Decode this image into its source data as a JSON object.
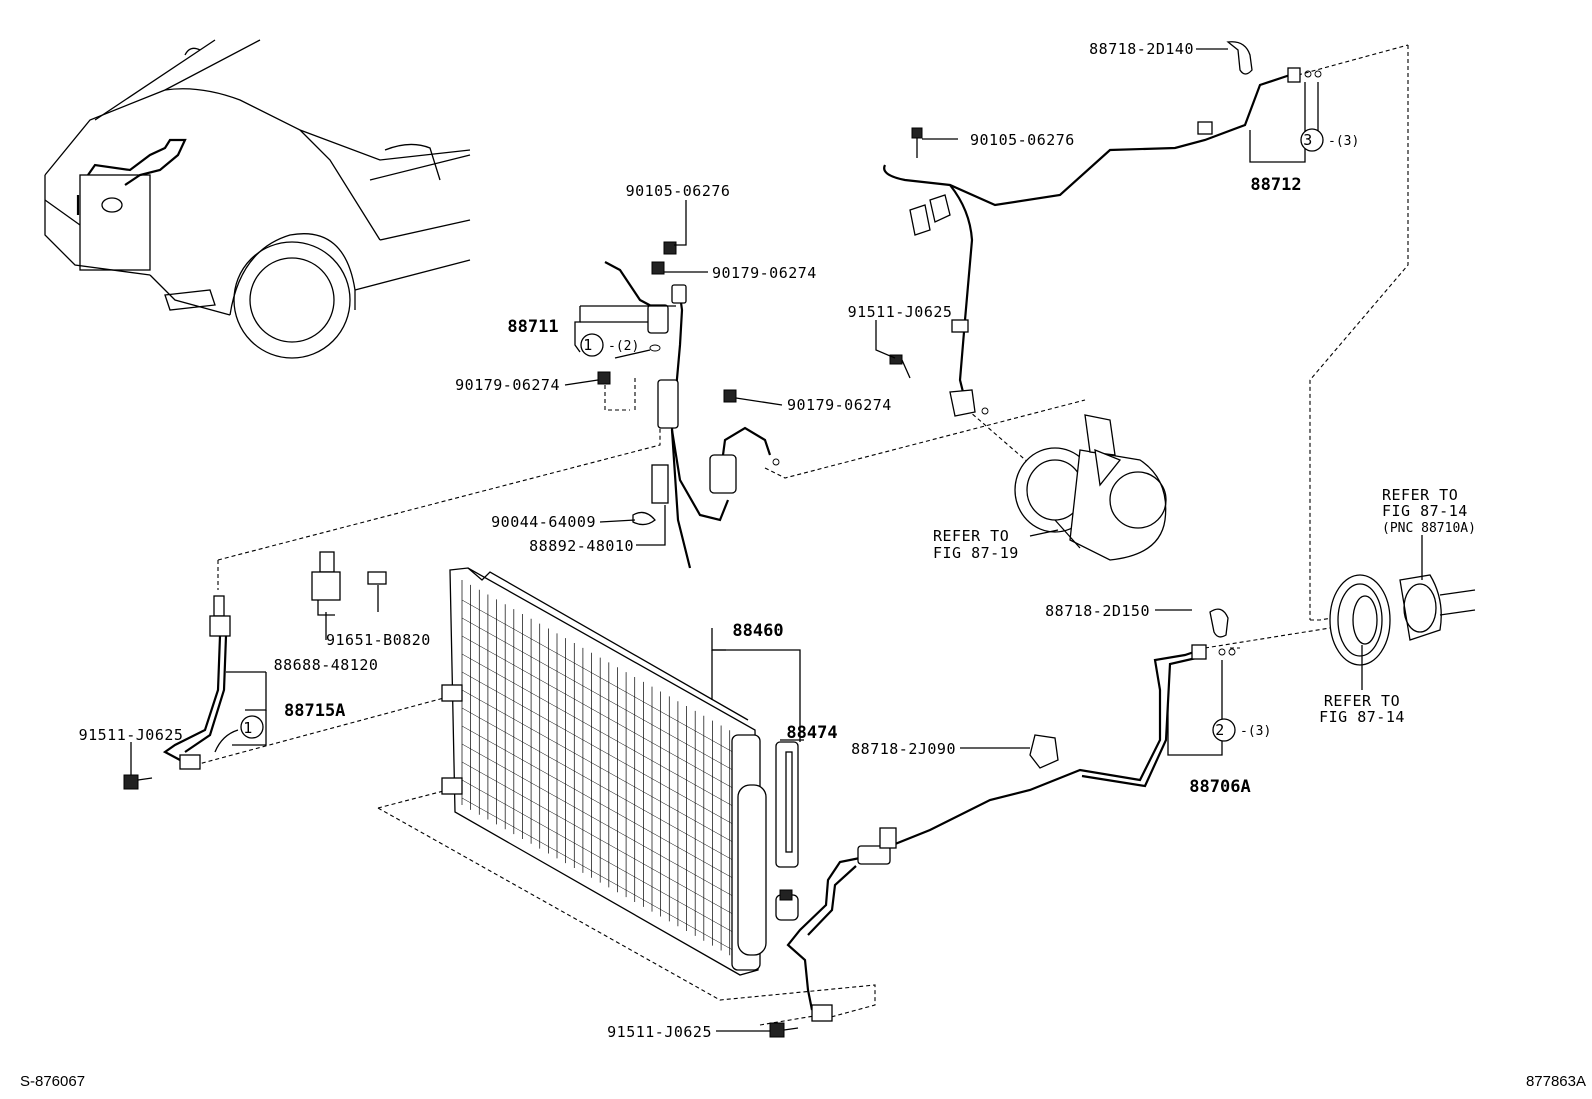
{
  "labels": {
    "p88718_2D140": "88718-2D140",
    "p90105_06276_top": "90105-06276",
    "p88712": "88712",
    "c3": "3",
    "c3_qty": "-(3)",
    "p90105_06276_mid": "90105-06276",
    "p90179_06274_a": "90179-06274",
    "p88711": "88711",
    "c1a": "1",
    "c1a_qty": "-(2)",
    "p90179_06274_b": "90179-06274",
    "p90179_06274_c": "90179-06274",
    "p91511_J0625_a": "91511-J0625",
    "p90044_64009": "90044-64009",
    "p88892_48010": "88892-48010",
    "ref_87_19_a": "REFER TO",
    "ref_87_19_b": "FIG 87-19",
    "ref_87_14_top_a": "REFER TO",
    "ref_87_14_top_b": "FIG 87-14",
    "ref_87_14_top_c": "(PNC 88710A)",
    "p91651_B0820": "91651-B0820",
    "p88688_48120": "88688-48120",
    "p88460": "88460",
    "p88718_2D150": "88718-2D150",
    "c2": "2",
    "c2_qty": "-(3)",
    "p88706A": "88706A",
    "ref_87_14_bot_a": "REFER TO",
    "ref_87_14_bot_b": "FIG 87-14",
    "p88715A": "88715A",
    "c1b": "1",
    "p91511_J0625_b": "91511-J0625",
    "p88474": "88474",
    "p88718_2J090": "88718-2J090",
    "p91511_J0625_c": "91511-J0625"
  },
  "footer": {
    "left": "S-876067",
    "right": "877863A"
  }
}
